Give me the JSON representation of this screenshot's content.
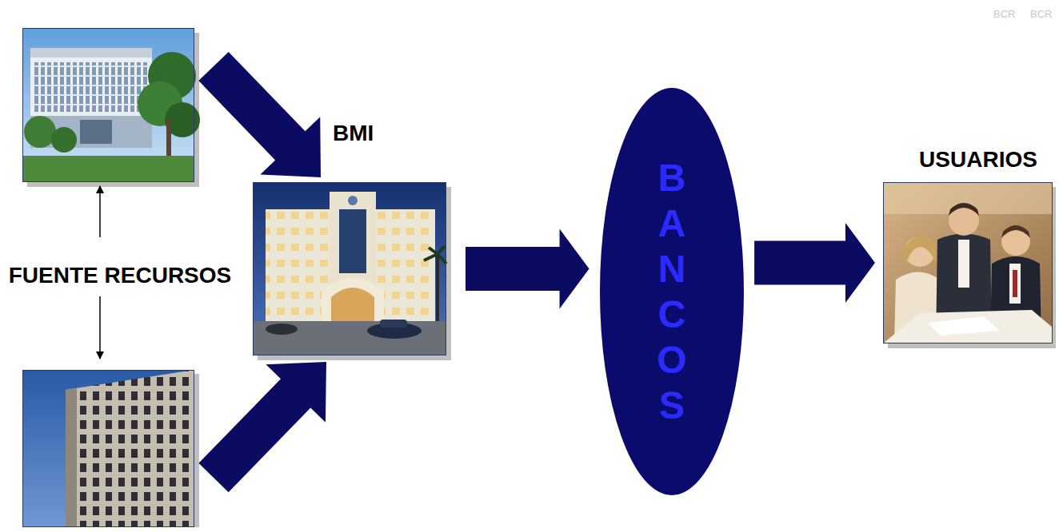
{
  "diagram": {
    "nodes": [
      {
        "text": []
      },
      {
        "text": [
          "FUENTE RECURSOS"
        ]
      },
      {
        "text": []
      },
      {
        "text": [
          "BMI"
        ]
      },
      {
        "text": [
          "B A N C O S"
        ]
      },
      {
        "text": [
          "USUARIOS"
        ]
      }
    ],
    "edges": [
      {
        "from": 1,
        "to": 0,
        "arrow": "to"
      },
      {
        "from": 1,
        "to": 2,
        "arrow": "to"
      },
      {
        "from": 0,
        "to": 3,
        "arrow": "to"
      },
      {
        "from": 2,
        "to": 3,
        "arrow": "to"
      },
      {
        "from": 3,
        "to": 4,
        "arrow": "to"
      },
      {
        "from": 4,
        "to": 5,
        "arrow": "to"
      }
    ],
    "labels": [
      "BCR",
      "BCR"
    ]
  }
}
